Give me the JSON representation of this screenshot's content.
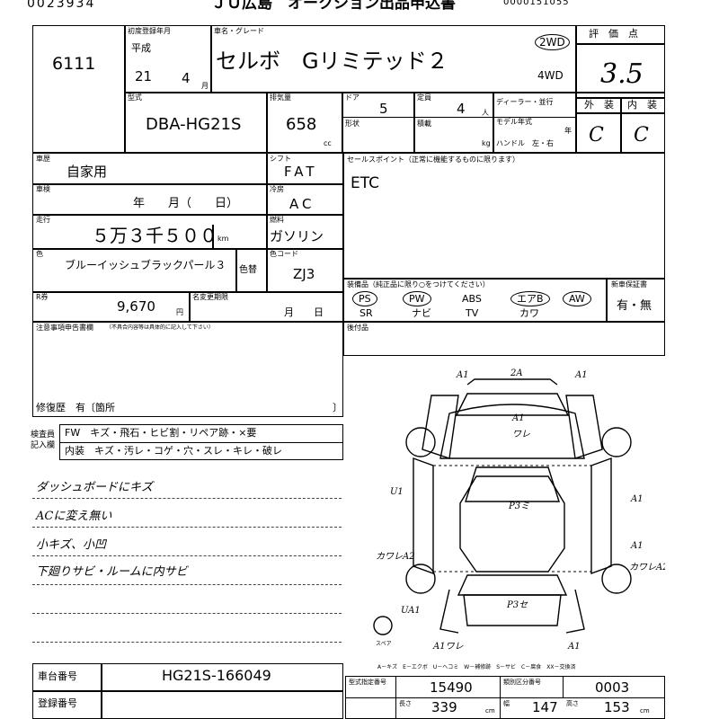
{
  "header": {
    "lot_prefix": "0023934",
    "title": "ＪＵ広島　オークション出品申込書",
    "code": "0000151055"
  },
  "info": {
    "lot_number": "6111",
    "first_reg_label": "初度登録年月",
    "era": "平成",
    "year": "21",
    "month": "4",
    "month_unit": "月",
    "name_label": "車名・グレード",
    "car_name": "セルボ　Gリミテッド２",
    "drive_2wd": "2WD",
    "drive_4wd": "4WD",
    "grade_label": "評　価　点",
    "grade": "3.5",
    "exterior_label": "外　装",
    "interior_label": "内　装",
    "exterior": "C",
    "interior": "C",
    "model_label": "型式",
    "model": "DBA-HG21S",
    "displacement_label": "排気量",
    "displacement": "658",
    "cc": "cc",
    "door_label": "ドア",
    "doors": "5",
    "capacity_label": "定員",
    "capacity": "4",
    "capacity_unit": "人",
    "dealer_label": "ディーラー・並行",
    "shape_label": "形状",
    "load_label": "積載",
    "load_unit": "kg",
    "model_year_label": "モデル年式",
    "year_unit": "年",
    "handle": "ハンドル　左・右"
  },
  "history": {
    "history_label": "車歴",
    "usage": "自家用",
    "shaken_label": "車検",
    "shaken_value": "年　　月（　　日）",
    "mileage_label": "走行",
    "mileage": "５万３千５００",
    "km": "km",
    "color_label": "色",
    "color": "ブルーイッシュブラックパール３",
    "color_change_label": "色替",
    "color_code_label": "色コード",
    "color_code": "ZJ3",
    "shift_label": "シフト",
    "shift": "FAT",
    "ac_label": "冷房",
    "ac": "AC",
    "fuel_label": "燃料",
    "fuel": "ガソリン",
    "recycle_label": "R券",
    "recycle": "9,670",
    "yen": "円",
    "name_change_label": "名変更期限",
    "name_change_value": "月　　日"
  },
  "sales_point": {
    "label": "セールスポイント（正常に機能するものに限ります）",
    "value": "ETC"
  },
  "equipment": {
    "label": "装備品（純正品に限り○をつけてください）",
    "items": [
      "PS",
      "PW",
      "ABS",
      "エアB",
      "AW"
    ],
    "items2": [
      "SR",
      "ナビ",
      "TV",
      "カワ"
    ],
    "circled": [
      "PS",
      "PW",
      "エアB",
      "AW"
    ],
    "new_car_warranty_label": "新車保証書",
    "new_car_warranty": "有・無",
    "aftermarket_label": "後付品"
  },
  "notes": {
    "caution_label": "注意事項申告書欄",
    "caution_sub": "（不具合内容等は具体的に記入して下さい）",
    "repair_label": "修復歴　有〔箇所",
    "inspector_label": "検査員記入欄",
    "row1": "FW　キズ・飛石・ヒビ割・リペア跡・×要",
    "row2": "内装　キズ・汚レ・コゲ・穴・スレ・キレ・破レ",
    "handwritten": [
      "ダッシュボードにキズ",
      "ACに変え無い",
      "小キズ、小凹",
      "下廻りサビ・ルームに内サビ"
    ]
  },
  "diagram": {
    "marks": [
      "A1",
      "2A",
      "A1",
      "A1",
      "ワレ",
      "U1",
      "P3ミ",
      "A1",
      "A1",
      "カワレA2",
      "カワレA2",
      "UA1",
      "P3セ",
      "A1ワレ",
      "A1"
    ],
    "spare_label": "スペア",
    "legend": "A－キズ　E－エクボ　U－ヘコミ　W－補修跡　S－サビ　C－腐食　XX－交換済"
  },
  "footer": {
    "chassis_label": "車台番号",
    "chassis": "HG21S-166049",
    "reg_label": "登録番号",
    "model_designation_label": "型式指定番号",
    "model_designation": "15490",
    "category_label": "類別区分番号",
    "category": "0003",
    "length_label": "長さ",
    "length": "339",
    "width_label": "幅",
    "width": "147",
    "height_label": "高さ",
    "height": "153",
    "cm": "cm"
  }
}
